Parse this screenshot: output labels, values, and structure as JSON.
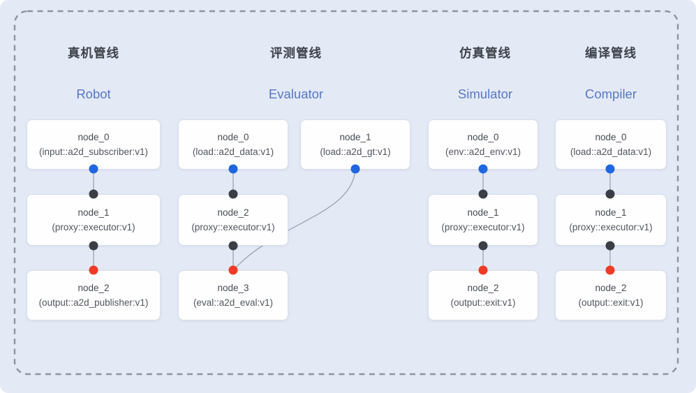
{
  "colors": {
    "background": "#e4e9f6",
    "panel_border": "#8d949f",
    "node_fill": "#fefefe",
    "node_border": "#d9dee8",
    "node_name_text": "#454a52",
    "node_impl_text": "#50555d",
    "title_zh_text": "#3d424a",
    "title_en_text": "#5578c5",
    "dot_blue": "#1f66e0",
    "dot_black": "#3a3f45",
    "dot_red": "#ee3b26",
    "edge": "#9aa3b3"
  },
  "pipelines": [
    {
      "title_zh": "真机管线",
      "title_en": "Robot",
      "nodes": [
        {
          "name": "node_0",
          "impl": "(input::a2d_subscriber:v1)"
        },
        {
          "name": "node_1",
          "impl": "(proxy::executor:v1)"
        },
        {
          "name": "node_2",
          "impl": "(output::a2d_publisher:v1)"
        }
      ]
    },
    {
      "title_zh": "评测管线",
      "title_en": "Evaluator",
      "nodes": [
        {
          "name": "node_0",
          "impl": "(load::a2d_data:v1)"
        },
        {
          "name": "node_1",
          "impl": "(load::a2d_gt:v1)"
        },
        {
          "name": "node_2",
          "impl": "(proxy::executor:v1)"
        },
        {
          "name": "node_3",
          "impl": "(eval::a2d_eval:v1)"
        }
      ]
    },
    {
      "title_zh": "仿真管线",
      "title_en": "Simulator",
      "nodes": [
        {
          "name": "node_0",
          "impl": "(env::a2d_env:v1)"
        },
        {
          "name": "node_1",
          "impl": "(proxy::executor:v1)"
        },
        {
          "name": "node_2",
          "impl": "(output::exit:v1)"
        }
      ]
    },
    {
      "title_zh": "编译管线",
      "title_en": "Compiler",
      "nodes": [
        {
          "name": "node_0",
          "impl": "(load::a2d_data:v1)"
        },
        {
          "name": "node_1",
          "impl": "(proxy::executor:v1)"
        },
        {
          "name": "node_2",
          "impl": "(output::exit:v1)"
        }
      ]
    }
  ]
}
